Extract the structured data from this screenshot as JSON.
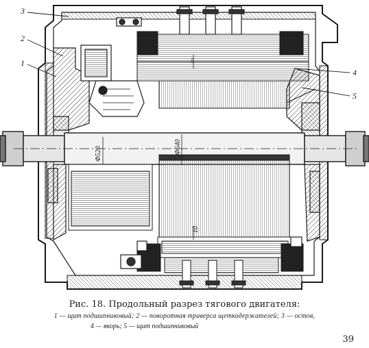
{
  "figure": {
    "callouts": [
      {
        "num": "3"
      },
      {
        "num": "2"
      },
      {
        "num": "1"
      },
      {
        "num": "4"
      },
      {
        "num": "5"
      }
    ],
    "dimensions": {
      "d_small": "Φ520",
      "d_large": "Φ640",
      "gap": "10",
      "mark": "5"
    }
  },
  "caption": {
    "title": "Рис. 18. Продольный разрез тягового двигателя:",
    "line1": "1 — щит подшипниковый;  2 — поворотная траверса  щеткодержателей;  3 — остов,",
    "line2": "4 — якорь; 5 — щит подшипниковый"
  },
  "page_number": "39"
}
